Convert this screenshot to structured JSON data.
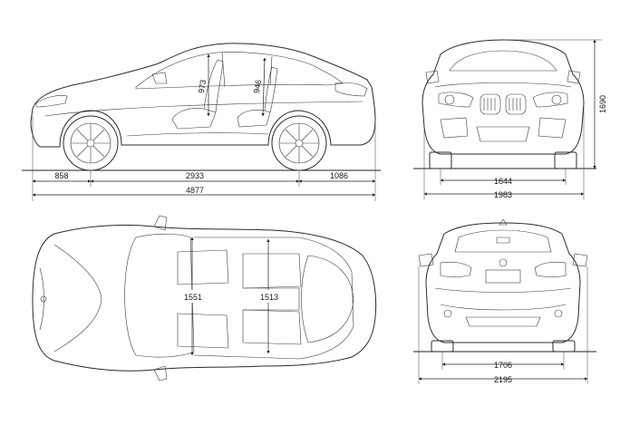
{
  "views": {
    "side": {
      "dims": {
        "front_overhang": "858",
        "wheelbase": "2933",
        "rear_overhang": "1086",
        "overall_length": "4877",
        "front_headroom": "973",
        "rear_headroom": "946"
      }
    },
    "front": {
      "dims": {
        "height": "1690",
        "front_track": "1644",
        "width": "1983"
      }
    },
    "top": {
      "dims": {
        "front_seat_width": "1551",
        "rear_seat_width": "1513"
      }
    },
    "rear": {
      "dims": {
        "rear_track": "1706",
        "width_with_mirrors": "2195"
      }
    }
  },
  "colors": {
    "line": "#2b2b2b",
    "background": "#ffffff"
  }
}
